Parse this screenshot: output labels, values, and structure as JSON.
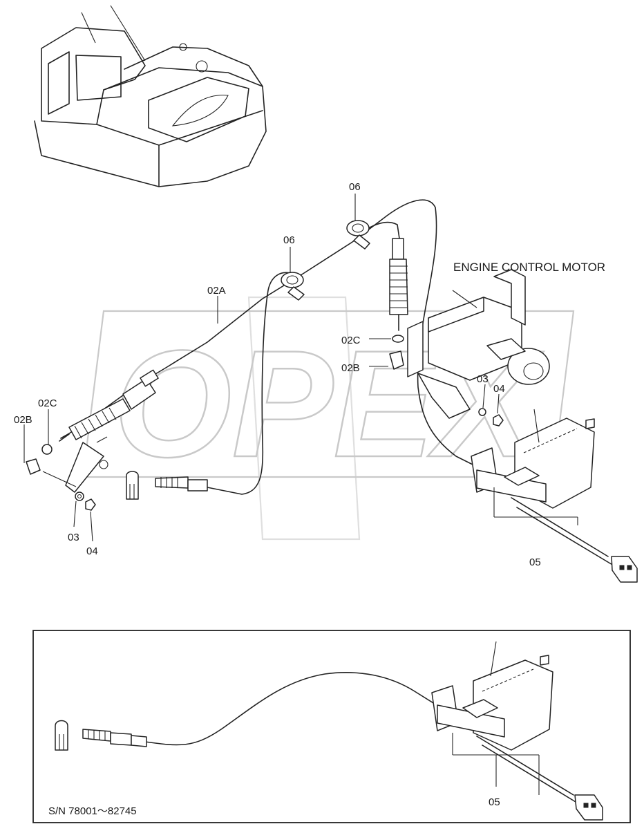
{
  "watermark": {
    "text": "OPEX"
  },
  "labels": {
    "engine_control_motor": "ENGINE CONTROL MOTOR",
    "cable_main": "02A",
    "clamp": "06",
    "joint_left": "02B",
    "nut_left": "02C",
    "joint_right": "02B",
    "nut_right": "02C",
    "washer": "03",
    "lock_nut": "04",
    "bracket_assy": "05"
  },
  "serial_panel": {
    "serial_number": "S/N  78001～82745",
    "bracket_assy": "05"
  }
}
